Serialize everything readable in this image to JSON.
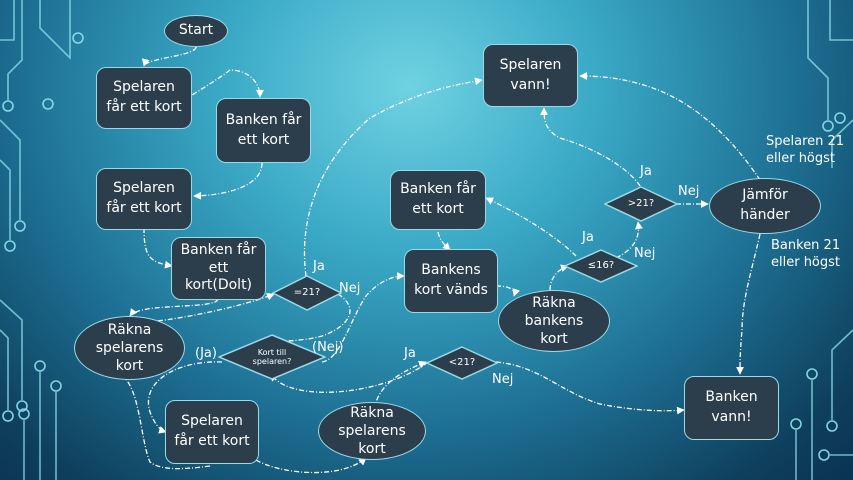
{
  "nodes": {
    "start": "Start",
    "p1": "Spelaren\nfår ett kort",
    "b1": "Banken får\nett kort",
    "p2": "Spelaren\nfår ett kort",
    "b2": "Banken får\nett\nkort(Dolt)",
    "d21": "=21?",
    "rs1": "Räkna\nspelarens\nkort",
    "dkort": "Kort till\nspelaren?",
    "p3": "Spelaren\nfår ett kort",
    "rs2": "Räkna\nspelarens\nkort",
    "dlt21": "<21?",
    "pwin": "Spelaren\nvann!",
    "bget": "Banken får\nett kort",
    "bturn": "Bankens\nkort vänds",
    "rb": "Räkna\nbankens\nkort",
    "dle16": "≤16?",
    "dgt21": ">21?",
    "cmp": "Jämför\nhänder",
    "bwin": "Banken\nvann!"
  },
  "edge_labels": {
    "ja_21": "Ja",
    "nej_21": "Nej",
    "ja_kort": "(Ja)",
    "nej_kort": "(Nej)",
    "ja_lt21": "Ja",
    "nej_lt21": "Nej",
    "ja_le16": "Ja",
    "nej_le16": "Nej",
    "ja_gt21": "Ja",
    "nej_gt21": "Nej",
    "player21": "Spelaren 21\neller högst",
    "bank21": "Banken 21\neller högst"
  },
  "colors": {
    "node_fill": "#2c3e4c",
    "node_border": "#9bd9e6",
    "text": "#ffffff",
    "connector": "#ffffff",
    "circuit_lines": "#8fe3ee"
  }
}
